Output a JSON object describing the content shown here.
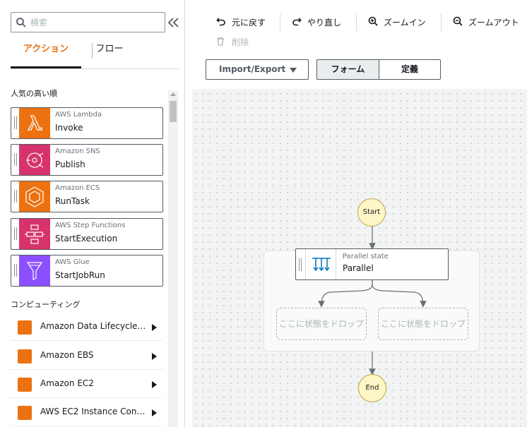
{
  "search": {
    "placeholder": "検索"
  },
  "tabs": {
    "actions": "アクション",
    "flow": "フロー"
  },
  "sections": {
    "popular": "人気の高い順",
    "compute": "コンピューティング"
  },
  "popular_items": [
    {
      "service": "AWS Lambda",
      "action": "Invoke",
      "color": "#ec7211",
      "icon": "lambda-icon"
    },
    {
      "service": "Amazon SNS",
      "action": "Publish",
      "color": "#d6336c",
      "icon": "sns-icon"
    },
    {
      "service": "Amazon ECS",
      "action": "RunTask",
      "color": "#ec7211",
      "icon": "ecs-icon"
    },
    {
      "service": "AWS Step Functions",
      "action": "StartExecution",
      "color": "#d6336c",
      "icon": "step-functions-icon"
    },
    {
      "service": "AWS Glue",
      "action": "StartJobRun",
      "color": "#8c4fff",
      "icon": "glue-icon"
    }
  ],
  "compute_items": [
    {
      "label": "Amazon Data Lifecycle Manager"
    },
    {
      "label": "Amazon EBS"
    },
    {
      "label": "Amazon EC2"
    },
    {
      "label": "AWS EC2 Instance Connect"
    }
  ],
  "toolbar": {
    "undo": "元に戻す",
    "redo": "やり直し",
    "zoom_in": "ズームイン",
    "zoom_out": "ズームアウト",
    "delete": "削除",
    "import_export": "Import/Export",
    "form": "フォーム",
    "definition": "定義"
  },
  "graph": {
    "start": "Start",
    "end": "End",
    "parallel_type": "Parallel state",
    "parallel_name": "Parallel",
    "drop_hint": "ここに状態をドロップ"
  },
  "colors": {
    "accent": "#ec7211",
    "tab_underline": "#16191f",
    "node_fill": "#fff6c7"
  }
}
